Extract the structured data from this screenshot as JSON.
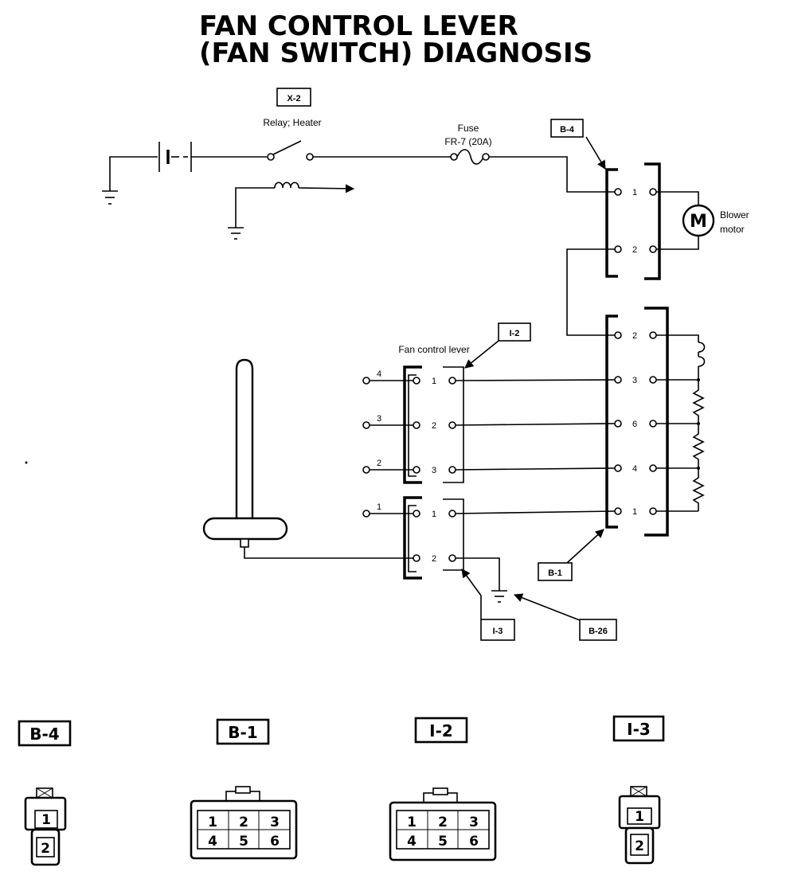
{
  "title": {
    "line1": "FAN CONTROL LEVER",
    "line2": "(FAN SWITCH)  DIAGNOSIS"
  },
  "labels": {
    "relay_tag": "X-2",
    "relay": "Relay; Heater",
    "fuse": "Fuse",
    "fuse_id": "FR-7 (20A)",
    "b4_tag": "B-4",
    "motor_symbol": "M",
    "blower_line1": "Blower",
    "blower_line2": "motor",
    "fan_control": "Fan control lever",
    "i2_tag": "I-2",
    "i3_tag": "I-3",
    "b1_tag": "B-1",
    "b26_tag": "B-26"
  },
  "b4_pins": [
    "1",
    "2"
  ],
  "i2_pins": [
    "1",
    "2",
    "3"
  ],
  "i3_pins": [
    "1",
    "2"
  ],
  "b1_pins": [
    "2",
    "3",
    "6",
    "4",
    "1"
  ],
  "lever_positions": [
    "4",
    "3",
    "2",
    "1"
  ],
  "connector_views": [
    {
      "label": "B-4",
      "cells": [
        "1",
        "2"
      ]
    },
    {
      "label": "B-1",
      "cells": [
        "1",
        "2",
        "3",
        "4",
        "5",
        "6"
      ]
    },
    {
      "label": "I-2",
      "cells": [
        "1",
        "2",
        "3",
        "4",
        "5",
        "6"
      ]
    },
    {
      "label": "I-3",
      "cells": [
        "1",
        "2"
      ]
    }
  ]
}
